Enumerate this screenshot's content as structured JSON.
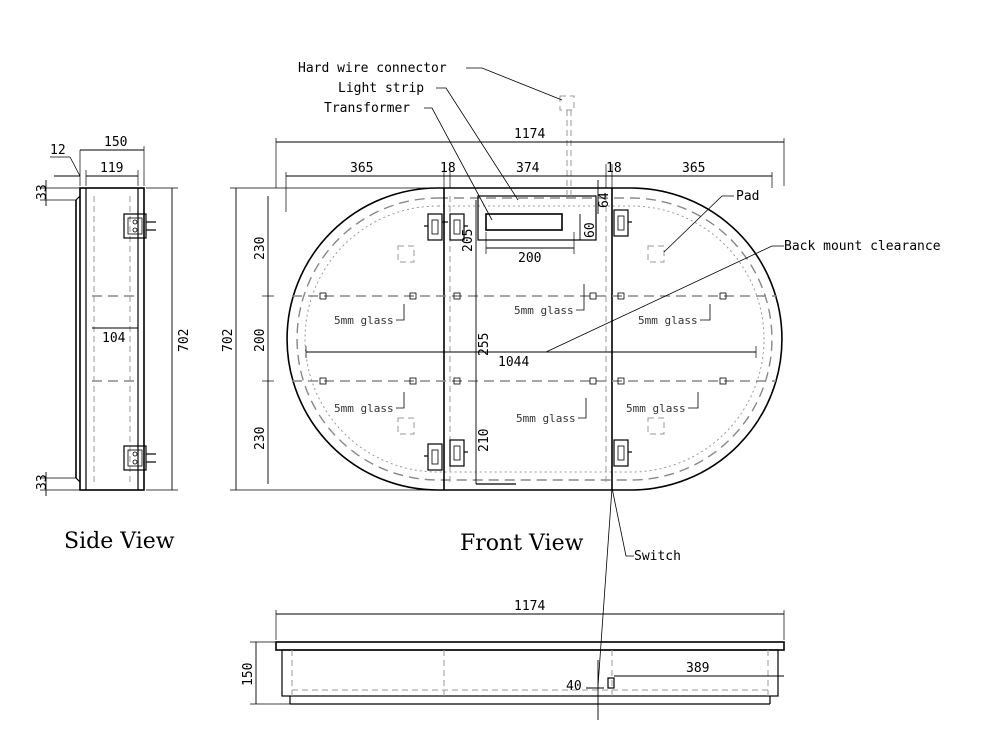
{
  "views": {
    "side": "Side View",
    "front": "Front View"
  },
  "callouts": {
    "hard_wire_connector": "Hard wire connector",
    "light_strip": "Light strip",
    "transformer": "Transformer",
    "pad": "Pad",
    "back_mount_clearance": "Back mount clearance",
    "switch": "Switch",
    "glass": "5mm glass"
  },
  "dimensions": {
    "side_depth": "150",
    "side_inner": "119",
    "side_edge": "12",
    "side_top_offset": "33",
    "side_bottom_offset": "33",
    "side_shelf": "104",
    "side_height": "702",
    "front_width": "1174",
    "left_section": "365",
    "gap_left": "18",
    "center_section": "374",
    "gap_right": "18",
    "right_section": "365",
    "front_height": "702",
    "h_top": "230",
    "h_mid": "200",
    "h_bottom": "230",
    "transformer_top": "205",
    "transformer_width": "200",
    "transformer_h": "60",
    "transformer_offset": "64",
    "shelf_upper": "255",
    "shelf_lower": "210",
    "inner_width": "1044",
    "bottom_width": "1174",
    "bottom_depth": "150",
    "switch_offset": "389",
    "switch_size": "40"
  }
}
